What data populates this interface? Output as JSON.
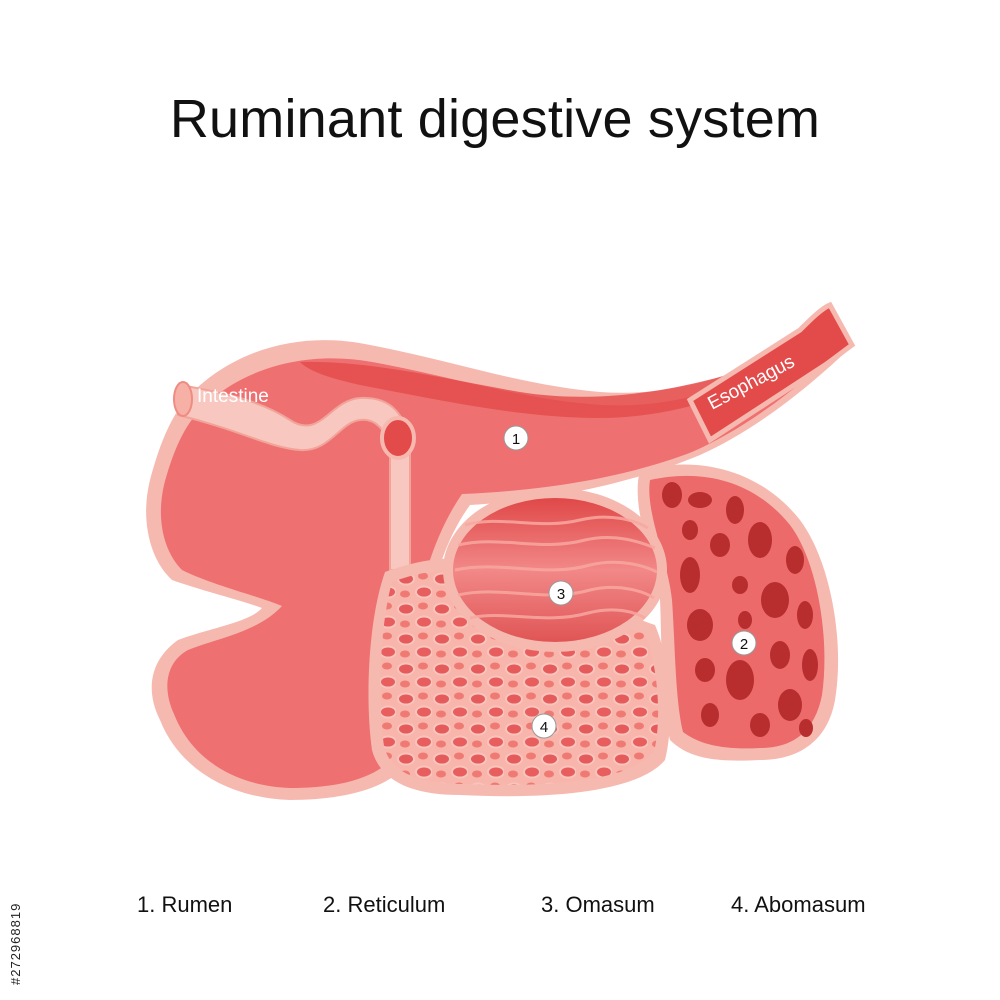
{
  "title": "Ruminant digestive system",
  "diagram": {
    "labels": {
      "intestine": "Intestine",
      "esophagus": "Esophagus"
    },
    "markers": [
      {
        "id": "rumen",
        "number": "1"
      },
      {
        "id": "reticulum",
        "number": "2"
      },
      {
        "id": "omasum",
        "number": "3"
      },
      {
        "id": "abomasum",
        "number": "4"
      }
    ]
  },
  "legend": [
    {
      "text": "1. Rumen"
    },
    {
      "text": "2. Reticulum"
    },
    {
      "text": "3. Omasum"
    },
    {
      "text": "4. Abomasum"
    }
  ],
  "stock_id": "#272968819",
  "colors": {
    "wall": "#f5b8b0",
    "tissue": "#ef7070",
    "deep": "#e34a4a",
    "darkest": "#b82e2e",
    "marker_fill": "#ffffff"
  }
}
